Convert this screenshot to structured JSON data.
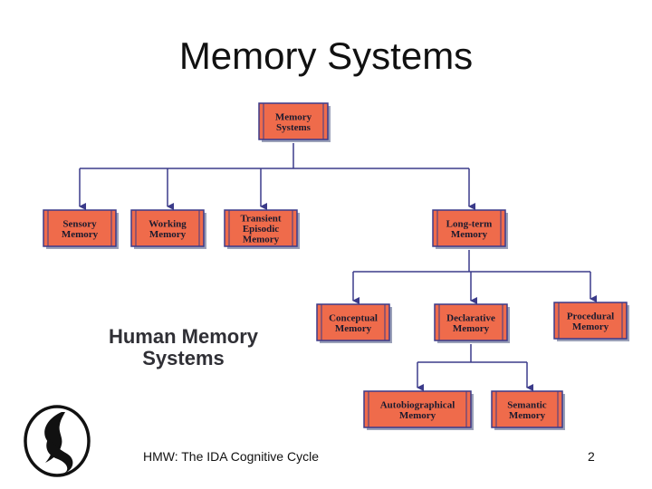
{
  "slide": {
    "title": "Memory Systems",
    "side_label": [
      "Human Memory",
      "Systems"
    ],
    "footer": "HMW: The IDA Cognitive Cycle",
    "page_number": "2"
  },
  "colors": {
    "node_fill": "#ef6b4b",
    "node_border": "#3b3b8a",
    "connector": "#3b3b8a",
    "text": "#1a1a2e"
  },
  "diagram": {
    "nodes": [
      {
        "id": "memory-systems",
        "lines": [
          "Memory",
          "Systems"
        ]
      },
      {
        "id": "sensory-memory",
        "lines": [
          "Sensory",
          "Memory"
        ]
      },
      {
        "id": "working-memory",
        "lines": [
          "Working",
          "Memory"
        ]
      },
      {
        "id": "transient-episodic-memory",
        "lines": [
          "Transient",
          "Episodic",
          "Memory"
        ]
      },
      {
        "id": "long-term-memory",
        "lines": [
          "Long-term",
          "Memory"
        ]
      },
      {
        "id": "conceptual-memory",
        "lines": [
          "Conceptual",
          "Memory"
        ]
      },
      {
        "id": "declarative-memory",
        "lines": [
          "Declarative",
          "Memory"
        ]
      },
      {
        "id": "procedural-memory",
        "lines": [
          "Procedural",
          "Memory"
        ]
      },
      {
        "id": "autobiographical-memory",
        "lines": [
          "Autobiographical",
          "Memory"
        ]
      },
      {
        "id": "semantic-memory",
        "lines": [
          "Semantic",
          "Memory"
        ]
      }
    ],
    "edges": [
      {
        "from": "memory-systems",
        "to": [
          "sensory-memory",
          "working-memory",
          "transient-episodic-memory",
          "long-term-memory"
        ]
      },
      {
        "from": "long-term-memory",
        "to": [
          "conceptual-memory",
          "declarative-memory",
          "procedural-memory"
        ]
      },
      {
        "from": "declarative-memory",
        "to": [
          "autobiographical-memory",
          "semantic-memory"
        ]
      }
    ]
  }
}
